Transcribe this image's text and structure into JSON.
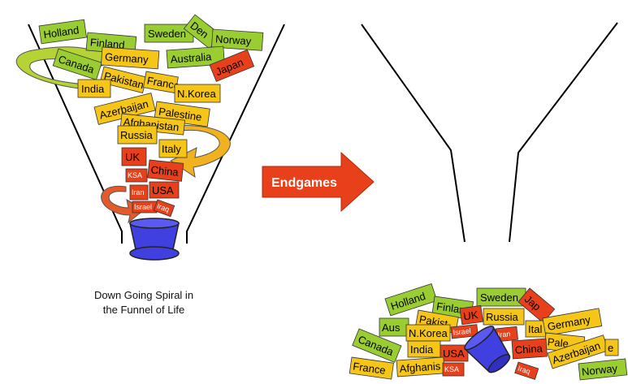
{
  "caption": "Down Going Spiral in\nthe Funnel of Life",
  "arrow_label": "Endgames",
  "colors": {
    "green": "#9acd32",
    "yellow": "#f5c518",
    "red": "#e8401a",
    "blue": "#4040e0",
    "spiral_green": "#b5d334",
    "spiral_orange": "#f2b21f",
    "spiral_red": "#e45a2a"
  },
  "funnel_labels": {
    "holland": "Holland",
    "finland": "Finland",
    "sweden": "Sweden",
    "denmark": "Den",
    "norway": "Norway",
    "canada": "Canada",
    "germany": "Germany",
    "australia": "Australia",
    "japan": "Japan",
    "pakistan": "Pakistan",
    "india": "India",
    "france": "France",
    "nkorea": "N.Korea",
    "azerbaijan": "Azerbaijan",
    "palestine": "Palestine",
    "afghanistan": "Afghanistan",
    "russia": "Russia",
    "italy": "Italy",
    "uk": "UK",
    "china": "China",
    "ksa": "KSA",
    "iran": "Iran",
    "usa": "USA",
    "israel": "Israel",
    "iraq": "Iraq"
  },
  "pile_labels": {
    "holland": "Holland",
    "finland": "Finlan",
    "sweden": "Sweden",
    "japan": "Jap",
    "australia": "Aus",
    "pakistan": "Pakist",
    "uk": "UK",
    "russia": "Russia",
    "italy": "Ital",
    "germany": "Germany",
    "canada": "Canada",
    "nkorea": "N.Korea",
    "israel": "Israel",
    "iran": "Iran",
    "palestine": "Pale",
    "india": "India",
    "usa": "USA",
    "china": "China",
    "azerbaijan": "Azerbaijan",
    "e": "e",
    "france": "France",
    "afghanistan": "Afghanis",
    "ksa": "KSA",
    "iraq": "Iraq",
    "norway": "Norway"
  }
}
